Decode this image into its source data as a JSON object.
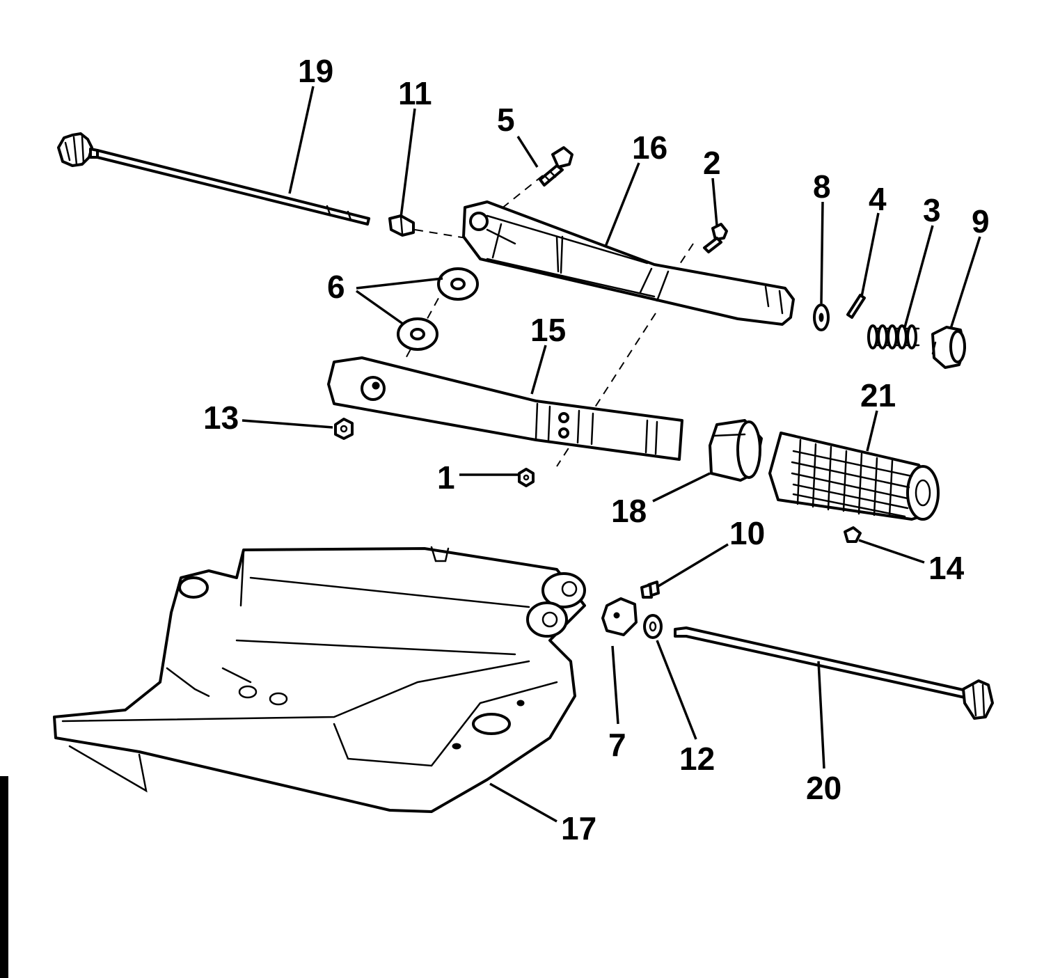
{
  "diagram": {
    "callouts": [
      {
        "id": "c19",
        "label": "19"
      },
      {
        "id": "c11",
        "label": "11"
      },
      {
        "id": "c5",
        "label": "5"
      },
      {
        "id": "c16",
        "label": "16"
      },
      {
        "id": "c2",
        "label": "2"
      },
      {
        "id": "c8",
        "label": "8"
      },
      {
        "id": "c4",
        "label": "4"
      },
      {
        "id": "c3",
        "label": "3"
      },
      {
        "id": "c9",
        "label": "9"
      },
      {
        "id": "c6",
        "label": "6"
      },
      {
        "id": "c15",
        "label": "15"
      },
      {
        "id": "c21",
        "label": "21"
      },
      {
        "id": "c13",
        "label": "13"
      },
      {
        "id": "c1",
        "label": "1"
      },
      {
        "id": "c18",
        "label": "18"
      },
      {
        "id": "c10",
        "label": "10"
      },
      {
        "id": "c14",
        "label": "14"
      },
      {
        "id": "c7",
        "label": "7"
      },
      {
        "id": "c12",
        "label": "12"
      },
      {
        "id": "c20",
        "label": "20"
      },
      {
        "id": "c17",
        "label": "17"
      }
    ]
  }
}
